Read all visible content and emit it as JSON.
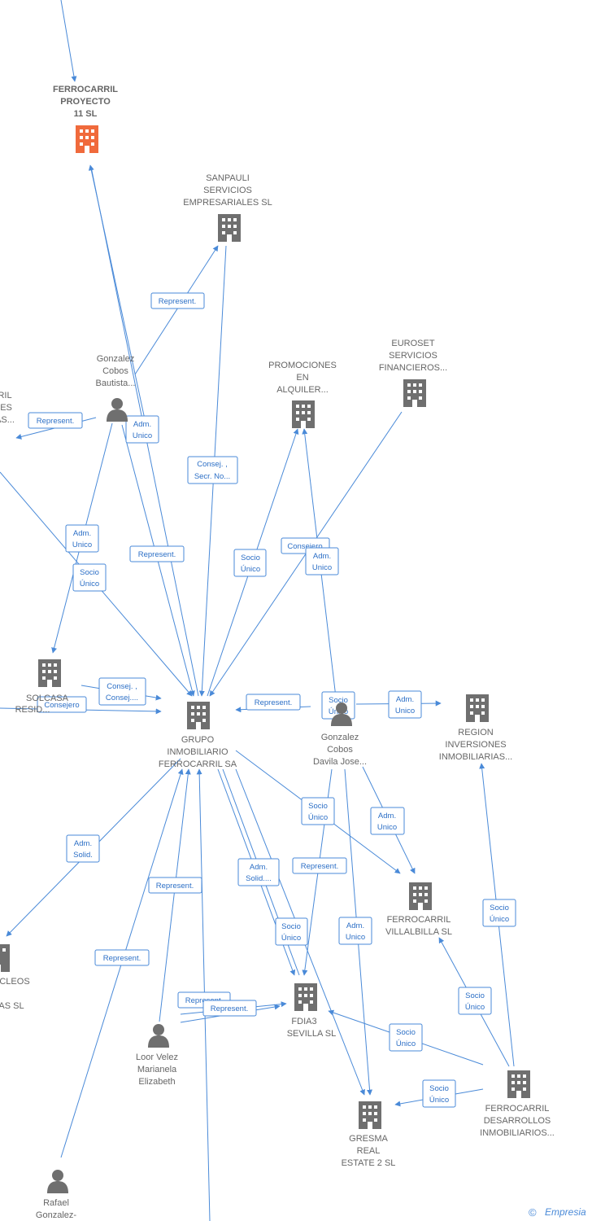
{
  "nodes": {
    "ferrocarril_proyecto": {
      "lines": [
        "FERROCARRIL",
        "PROYECTO",
        "11  SL"
      ],
      "type": "company",
      "highlight": true
    },
    "sanpauli": {
      "lines": [
        "SANPAULI",
        "SERVICIOS",
        "EMPRESARIALES SL"
      ],
      "type": "company"
    },
    "gonzalez_bautista": {
      "lines": [
        "Gonzalez",
        "Cobos",
        "Bautista..."
      ],
      "type": "person"
    },
    "promociones": {
      "lines": [
        "PROMOCIONES",
        "EN",
        "ALQUILER..."
      ],
      "type": "company"
    },
    "euroset": {
      "lines": [
        "EUROSET",
        "SERVICIOS",
        "FINANCIEROS..."
      ],
      "type": "company"
    },
    "left_partial": {
      "lines": [
        "RIL",
        "IES",
        "AS..."
      ],
      "type": "company"
    },
    "solcasa": {
      "lines": [
        "SOLCASA",
        "RESID..."
      ],
      "type": "company"
    },
    "grupo": {
      "lines": [
        "GRUPO",
        "INMOBILIARIO",
        "FERROCARRIL SA"
      ],
      "type": "company"
    },
    "gonzalez_davila": {
      "lines": [
        "Gonzalez",
        "Cobos",
        "Davila Jose..."
      ],
      "type": "person"
    },
    "region": {
      "lines": [
        "REGION",
        "INVERSIONES",
        "INMOBILIARIAS..."
      ],
      "type": "company"
    },
    "nucleos": {
      "lines": [
        "CLEOS",
        "",
        "AS SL"
      ],
      "type": "company"
    },
    "villalbilla": {
      "lines": [
        "FERROCARRIL",
        "VILLALBILLA  SL"
      ],
      "type": "company"
    },
    "fdia3": {
      "lines": [
        "FDIA3",
        "SEVILLA  SL"
      ],
      "type": "company"
    },
    "loor": {
      "lines": [
        "Loor Velez",
        "Marianela",
        "Elizabeth"
      ],
      "type": "person"
    },
    "desarrollos": {
      "lines": [
        "FERROCARRIL",
        "DESARROLLOS",
        "INMOBILIARIOS..."
      ],
      "type": "company"
    },
    "gresma": {
      "lines": [
        "GRESMA",
        "REAL",
        "ESTATE 2  SL"
      ],
      "type": "company"
    },
    "rafael": {
      "lines": [
        "Rafael",
        "Gonzalez-"
      ],
      "type": "person"
    }
  },
  "edge_labels": {
    "represent_sanpauli": [
      "Represent."
    ],
    "represent_left": [
      "Represent."
    ],
    "adm_unico_proyecto": [
      "Adm.",
      "Unico"
    ],
    "consej_secr": [
      "Consej. ,",
      "Secr. No..."
    ],
    "adm_unico_solcasa": [
      "Adm.",
      "Unico"
    ],
    "represent_grupo": [
      "Represent."
    ],
    "socio_unico_promo": [
      "Socio",
      "Único"
    ],
    "consejero_euroset": [
      "Consejero"
    ],
    "adm_unico_promo": [
      "Adm.",
      "Unico"
    ],
    "socio_unico_left": [
      "Socio",
      "Único"
    ],
    "consej_consej": [
      "Consej. ,",
      "Consej...."
    ],
    "consejero_solcasa": [
      "Consejero"
    ],
    "represent_davila": [
      "Represent."
    ],
    "socio_unico_davila": [
      "Socio",
      "Único"
    ],
    "adm_unico_region": [
      "Adm.",
      "Unico"
    ],
    "adm_solid_nucleos": [
      "Adm.",
      "Solid."
    ],
    "socio_unico_villal": [
      "Socio",
      "Único"
    ],
    "adm_unico_villal": [
      "Adm.",
      "Unico"
    ],
    "adm_solid_fdia3": [
      "Adm.",
      "Solid...."
    ],
    "represent_fdia3": [
      "Represent."
    ],
    "represent_loor": [
      "Represent."
    ],
    "socio_unico_fdia3": [
      "Socio",
      "Único"
    ],
    "adm_unico_gresma": [
      "Adm.",
      "Unico"
    ],
    "represent_rafael": [
      "Represent."
    ],
    "represent_loor2": [
      "Represent."
    ],
    "represent_loor3": [
      "Represent."
    ],
    "socio_unico_region": [
      "Socio",
      "Único"
    ],
    "socio_unico_desvil": [
      "Socio",
      "Único"
    ],
    "socio_unico_desfdia": [
      "Socio",
      "Único"
    ],
    "socio_unico_desgres": [
      "Socio",
      "Único"
    ]
  },
  "watermark": {
    "copyright": "©",
    "brand": "Empresia"
  },
  "colors": {
    "edge": "#4a8ad8",
    "node_gray": "#6f6f6f",
    "highlight": "#f06a3c"
  }
}
